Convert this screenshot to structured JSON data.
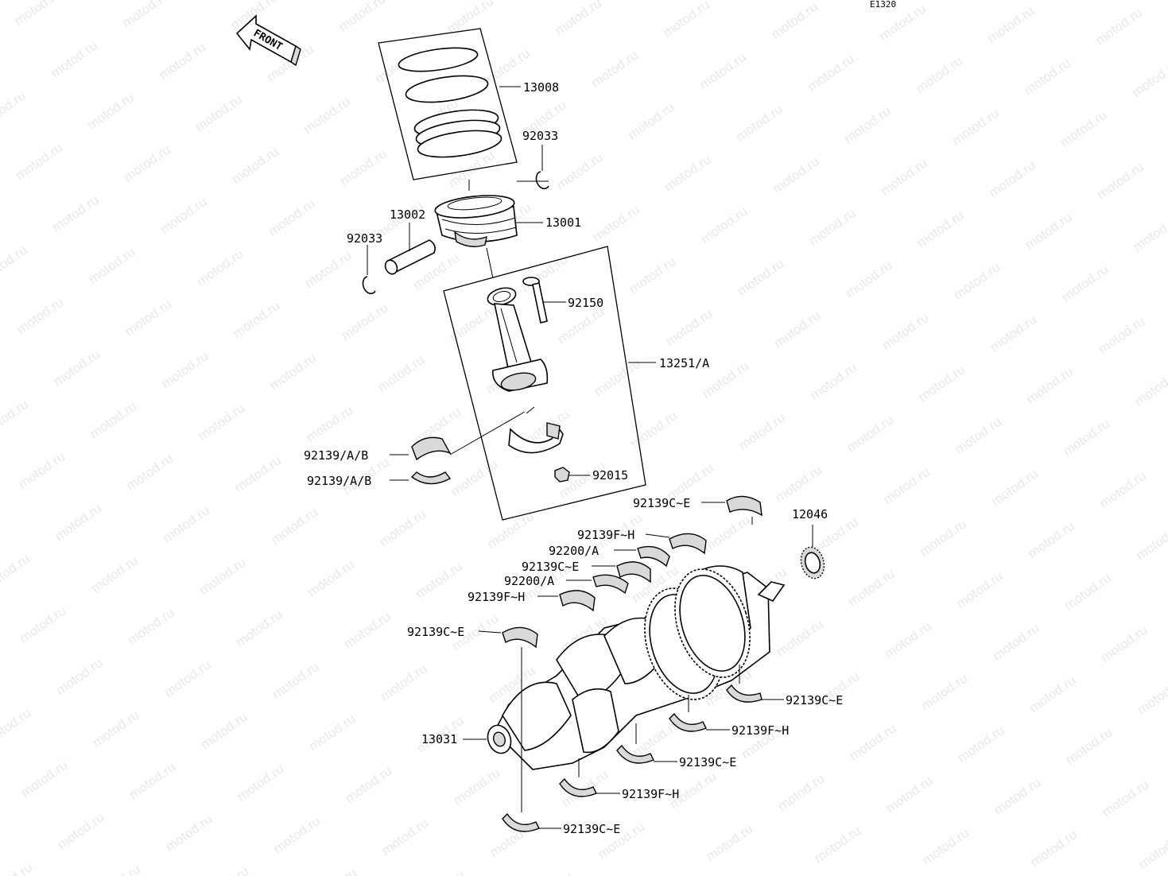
{
  "diagram": {
    "code": "E1320",
    "front_label": "FRONT",
    "watermark": "motod.ru",
    "labels": {
      "p13008": "13008",
      "p92033a": "92033",
      "p13002": "13002",
      "p92033b": "92033",
      "p13001": "13001",
      "p92150": "92150",
      "p13251": "13251/A",
      "p92139ab1": "92139/A/B",
      "p92139ab2": "92139/A/B",
      "p92015": "92015",
      "p92139ce1": "92139C~E",
      "p12046": "12046",
      "p92139fh1": "92139F~H",
      "p92200a1": "92200/A",
      "p92139ce2": "92139C~E",
      "p92200a2": "92200/A",
      "p92139fh2": "92139F~H",
      "p92139ce3": "92139C~E",
      "p92139ce4": "92139C~E",
      "p92139fh3": "92139F~H",
      "p13031": "13031",
      "p92139ce5": "92139C~E",
      "p92139fh4": "92139F~H",
      "p92139ce6": "92139C~E"
    }
  }
}
